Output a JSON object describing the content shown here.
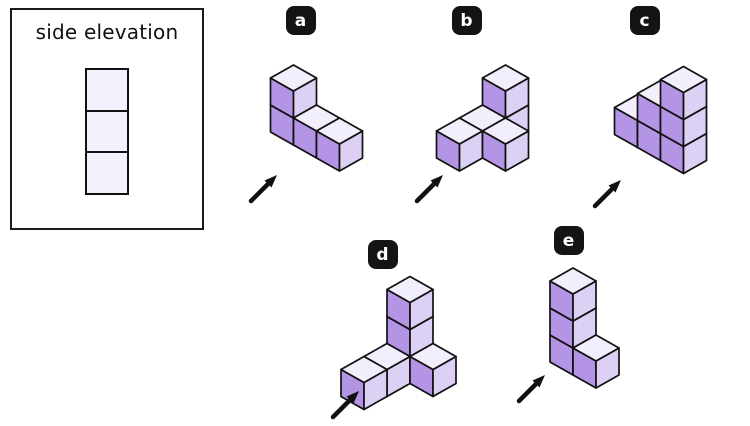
{
  "page": {
    "background": "#ffffff"
  },
  "elevation_panel": {
    "title": "side elevation",
    "grid_columns": 1,
    "grid_rows": 3,
    "cell_fill": "#f4f0fc",
    "border_color": "#111111"
  },
  "cube_colors": {
    "top": "#f3eefc",
    "left": "#b494e4",
    "right": "#dcd0f4",
    "stroke": "#111111"
  },
  "icons": {
    "view_direction_arrow": "arrow-up-right"
  },
  "options": [
    {
      "label": "a",
      "cubes": [
        [
          0,
          0,
          0
        ],
        [
          0,
          0,
          1
        ],
        [
          1,
          0,
          0
        ],
        [
          2,
          0,
          0
        ]
      ]
    },
    {
      "label": "b",
      "cubes": [
        [
          0,
          0,
          0
        ],
        [
          0,
          0,
          1
        ],
        [
          0,
          1,
          0
        ],
        [
          0,
          2,
          0
        ],
        [
          1,
          1,
          0
        ]
      ]
    },
    {
      "label": "c",
      "cubes": [
        [
          0,
          0,
          0
        ],
        [
          1,
          0,
          0
        ],
        [
          1,
          0,
          1
        ],
        [
          2,
          0,
          0
        ],
        [
          2,
          0,
          1
        ],
        [
          2,
          0,
          2
        ]
      ]
    },
    {
      "label": "d",
      "cubes": [
        [
          0,
          0,
          0
        ],
        [
          0,
          0,
          1
        ],
        [
          0,
          0,
          2
        ],
        [
          0,
          1,
          0
        ],
        [
          0,
          2,
          0
        ],
        [
          1,
          0,
          0
        ]
      ]
    },
    {
      "label": "e",
      "cubes": [
        [
          0,
          0,
          0
        ],
        [
          0,
          0,
          1
        ],
        [
          0,
          0,
          2
        ],
        [
          1,
          0,
          0
        ]
      ]
    }
  ]
}
